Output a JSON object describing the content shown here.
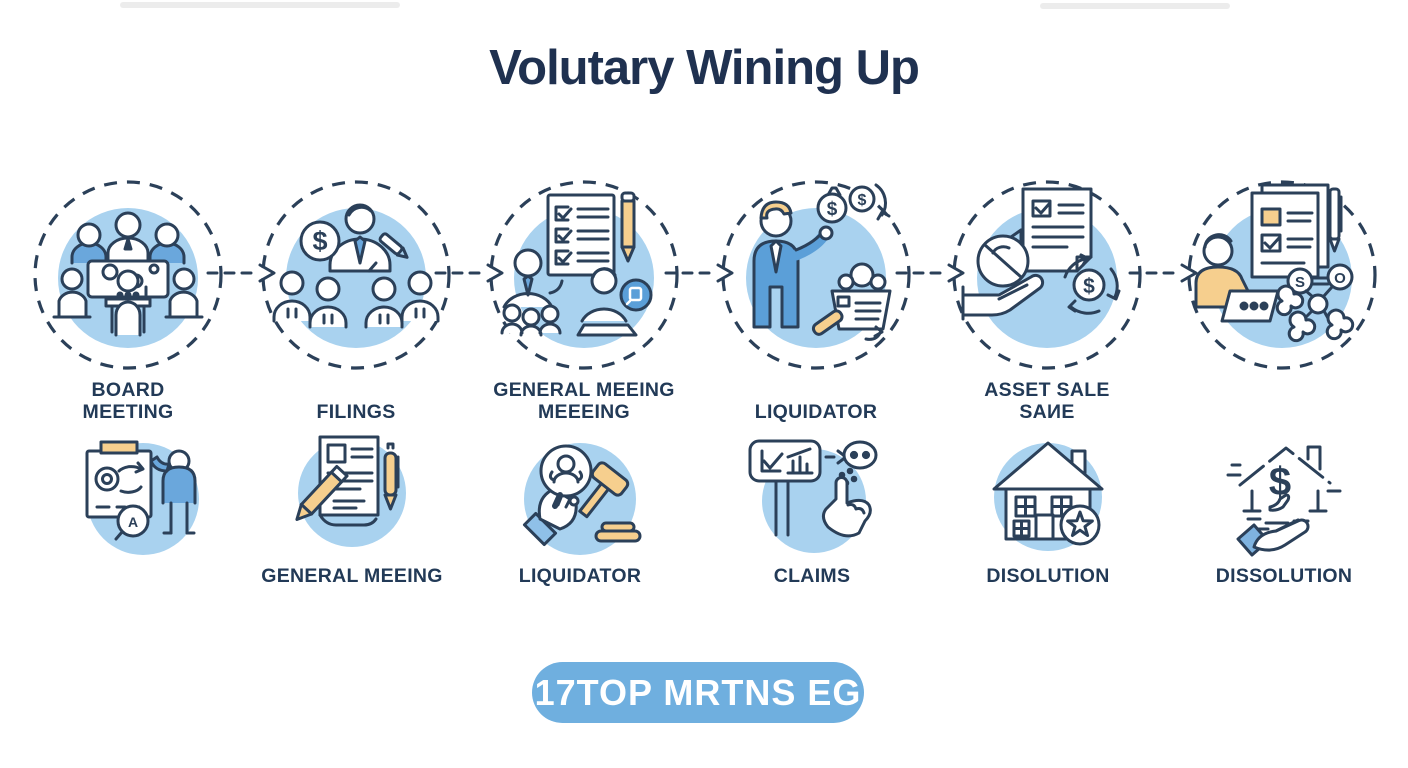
{
  "title": "Volutary Wining Up",
  "stages": [
    {
      "name": "board-meeting",
      "label_lines": [
        "BOARD",
        "MEETING"
      ]
    },
    {
      "name": "filings",
      "label_lines": [
        "FILINGS"
      ]
    },
    {
      "name": "general-meeting",
      "label_lines": [
        "GENERAL MEEING",
        "MEEEING"
      ]
    },
    {
      "name": "liquidator",
      "label_lines": [
        "LIQUIDATOR"
      ]
    },
    {
      "name": "asset-sale",
      "label_lines": [
        "ASSET SALE",
        "SAИE"
      ]
    },
    {
      "name": "final-report",
      "label_lines": []
    }
  ],
  "steps": [
    {
      "name": "presentation",
      "label": ""
    },
    {
      "name": "general-meeting",
      "label": "GENERAL MEEING"
    },
    {
      "name": "liquidator",
      "label": "LIQUIDATOR"
    },
    {
      "name": "claims",
      "label": "CLAIMS"
    },
    {
      "name": "disolution",
      "label": "DISOLUTION"
    },
    {
      "name": "dissolution",
      "label": "DISSOLUTION"
    }
  ],
  "glyphs": {
    "dollar": "$",
    "letter_s": "S",
    "letter_o": "O",
    "letter_a": "A"
  },
  "footer": {
    "button_label": "17TOP MRTNS EG"
  },
  "colors": {
    "navy": "#2b4059",
    "label_text": "#223a57",
    "title_text": "#1f3150",
    "circle_fill": "#a9d2ef",
    "accent_blue": "#5b9fd8",
    "cuff_blue": "#7fb3e0",
    "yellow": "#f6cf8e",
    "button_blue": "#6fafdf"
  }
}
